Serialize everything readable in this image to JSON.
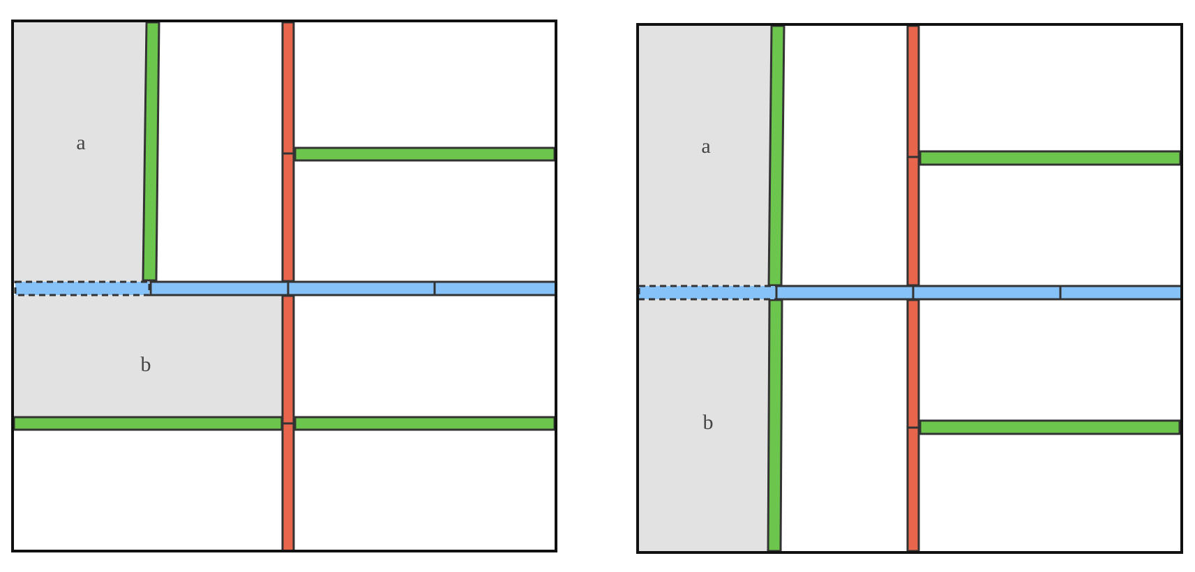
{
  "colors": {
    "region_fill": "#e2e2e2",
    "green_wall": "#6cc54c",
    "red_wall": "#e8674c",
    "blue_wall": "#86c2f8",
    "outline": "#333333",
    "frame": "#111111"
  },
  "panels": [
    {
      "labels": {
        "a": "a",
        "b": "b"
      }
    },
    {
      "labels": {
        "a": "a",
        "b": "b"
      }
    }
  ]
}
